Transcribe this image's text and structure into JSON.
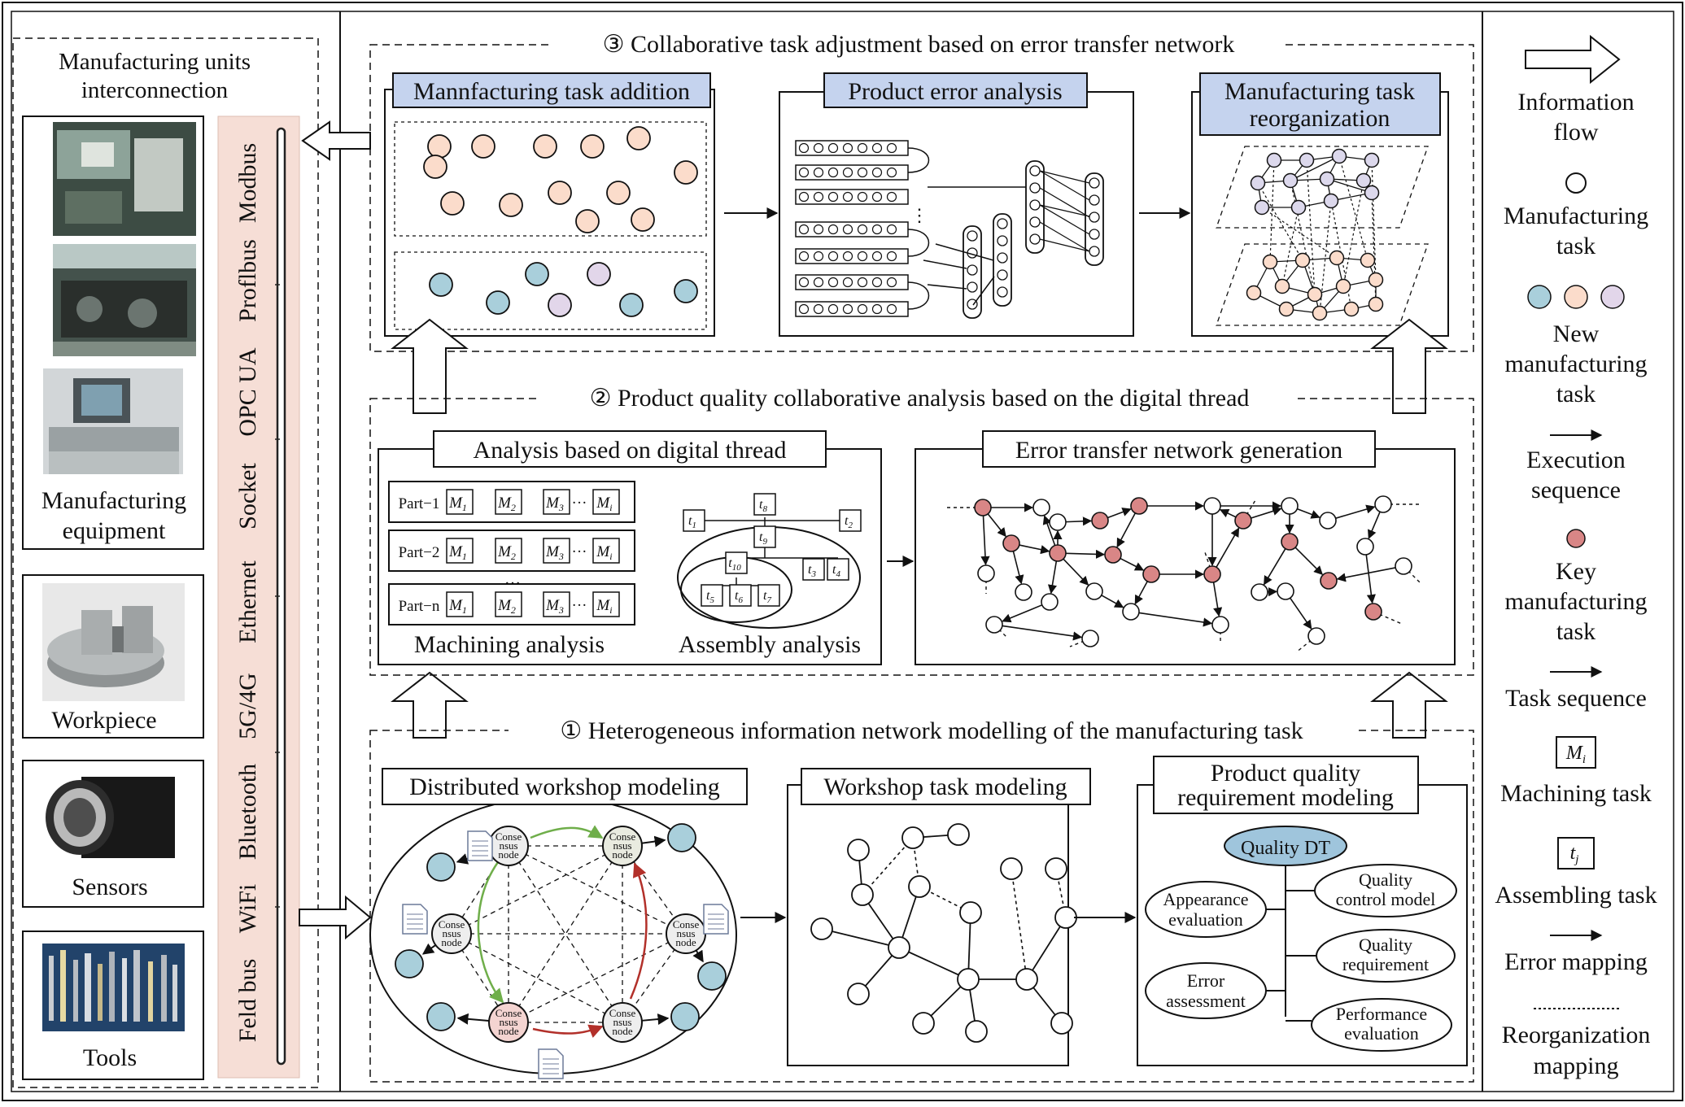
{
  "left": {
    "title_line1": "Manufacturing units",
    "title_line2": "interconnection",
    "equipment_label_line1": "Manufacturing",
    "equipment_label_line2": "equipment",
    "workpiece_label": "Workpiece",
    "sensors_label": "Sensors",
    "tools_label": "Tools",
    "protocols": [
      "Feld bus",
      "WiFi",
      "Bluetooth",
      "5G/4G",
      "Ethernet",
      "Socket",
      "OPC UA",
      "Proflbus",
      "Modbus"
    ]
  },
  "sec3": {
    "title": "③ Collaborative task adjustment based on error transfer network",
    "addition_label": "Mannfacturing task addition",
    "error_label": "Product error analysis",
    "reorg_label_line1": "Manufacturing task",
    "reorg_label_line2": "reorganization"
  },
  "sec2": {
    "title": "② Product quality collaborative analysis based on the digital thread",
    "digital_thread_label": "Analysis based on digital thread",
    "error_net_label": "Error transfer network generation",
    "parts": [
      "Part−1",
      "Part−2",
      "Part−n"
    ],
    "machines": [
      "M1",
      "M2",
      "M3",
      "Mi"
    ],
    "assembly_nodes": [
      "t8",
      "t1",
      "t2",
      "t9",
      "t10",
      "t3",
      "t4",
      "t5",
      "t6",
      "t7"
    ],
    "machining_caption": "Machining analysis",
    "assembly_caption": "Assembly analysis"
  },
  "sec1": {
    "title": "① Heterogeneous information network modelling of the manufacturing task",
    "distributed_label": "Distributed workshop modeling",
    "workshop_label": "Workshop task modeling",
    "quality_label_line1": "Product quality",
    "quality_label_line2": "requirement modeling",
    "consensus_node": [
      "Conse",
      "nsus",
      "node"
    ],
    "quality_dt": "Quality DT",
    "appearance_line1": "Appearance",
    "appearance_line2": "evaluation",
    "error_assess_line1": "Error",
    "error_assess_line2": "assessment",
    "qcm_line1": "Quality",
    "qcm_line2": "control model",
    "qreq_line1": "Quality",
    "qreq_line2": "requirement",
    "perf_line1": "Performance",
    "perf_line2": "evaluation"
  },
  "legend": {
    "info_flow_line1": "Information",
    "info_flow_line2": "flow",
    "mfg_task_line1": "Manufacturing",
    "mfg_task_line2": "task",
    "new_task_line1": "New",
    "new_task_line2": "manufacturing",
    "new_task_line3": "task",
    "exec_line1": "Execution",
    "exec_line2": "sequence",
    "key_line1": "Key",
    "key_line2": "manufacturing",
    "key_line3": "task",
    "task_seq": "Task sequence",
    "mi_symbol": "Mi",
    "machining_task": "Machining task",
    "tj_symbol": "tj",
    "assembling_task": "Assembling task",
    "error_mapping": "Error mapping",
    "reorg_line1": "Reorganization",
    "reorg_line2": "mapping"
  },
  "colors": {
    "salmon": "#fbdccb",
    "blue": "#a9cfdb",
    "lavender": "#e2d6ea",
    "key_red": "#d98686",
    "header_blue": "#c5d3ee",
    "bus_pink": "#f6ded6",
    "lilac_node": "#dcd8ec",
    "quality_dt": "#9fc5dc"
  }
}
